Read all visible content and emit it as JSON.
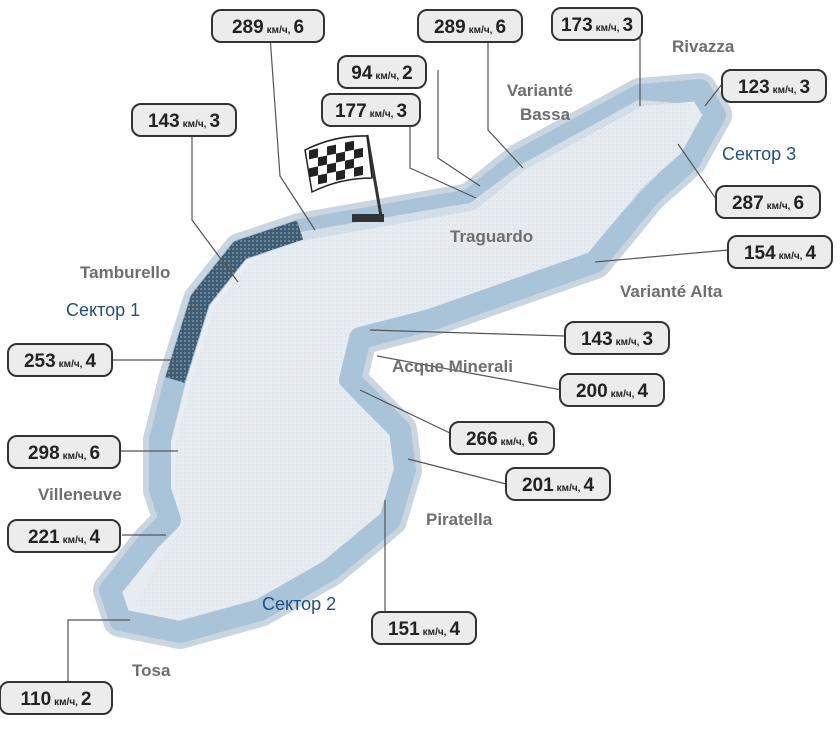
{
  "corners": [
    {
      "id": "rivazza",
      "label": "Rivazza"
    },
    {
      "id": "variante-bassa",
      "label": "Varianté Bassa"
    },
    {
      "id": "traguardo",
      "label": "Traguardo"
    },
    {
      "id": "tamburello",
      "label": "Tamburello"
    },
    {
      "id": "variante-alta",
      "label": "Varianté Alta"
    },
    {
      "id": "acque-minerali",
      "label": "Acque Minerali"
    },
    {
      "id": "piratella",
      "label": "Piratella"
    },
    {
      "id": "villeneuve",
      "label": "Villeneuve"
    },
    {
      "id": "tosa",
      "label": "Tosa"
    }
  ],
  "sectors": [
    {
      "id": "sector-1",
      "label": "Сектор 1"
    },
    {
      "id": "sector-2",
      "label": "Сектор 2"
    },
    {
      "id": "sector-3",
      "label": "Сектор 3"
    }
  ],
  "speed_unit": "км/ч",
  "badges": [
    {
      "id": "b1",
      "speed": "289",
      "gear": "6"
    },
    {
      "id": "b2",
      "speed": "289",
      "gear": "6"
    },
    {
      "id": "b3",
      "speed": "173",
      "gear": "3"
    },
    {
      "id": "b4",
      "speed": "94",
      "gear": "2"
    },
    {
      "id": "b5",
      "speed": "143",
      "gear": "3"
    },
    {
      "id": "b6",
      "speed": "177",
      "gear": "3"
    },
    {
      "id": "b7",
      "speed": "123",
      "gear": "3"
    },
    {
      "id": "b8",
      "speed": "287",
      "gear": "6"
    },
    {
      "id": "b9",
      "speed": "154",
      "gear": "4"
    },
    {
      "id": "b10",
      "speed": "143",
      "gear": "3"
    },
    {
      "id": "b11",
      "speed": "253",
      "gear": "4"
    },
    {
      "id": "b12",
      "speed": "200",
      "gear": "4"
    },
    {
      "id": "b13",
      "speed": "266",
      "gear": "6"
    },
    {
      "id": "b14",
      "speed": "298",
      "gear": "6"
    },
    {
      "id": "b15",
      "speed": "201",
      "gear": "4"
    },
    {
      "id": "b16",
      "speed": "221",
      "gear": "4"
    },
    {
      "id": "b17",
      "speed": "151",
      "gear": "4"
    },
    {
      "id": "b18",
      "speed": "110",
      "gear": "2"
    }
  ],
  "colors": {
    "track": "#a9c4d8",
    "track_edge": "#c9d6e0",
    "infield": "#e9edf1",
    "sector_text": "#1f4f86",
    "corner_text": "#6e6e6e",
    "badge_fill": "#ececec",
    "badge_stroke": "#333333"
  }
}
